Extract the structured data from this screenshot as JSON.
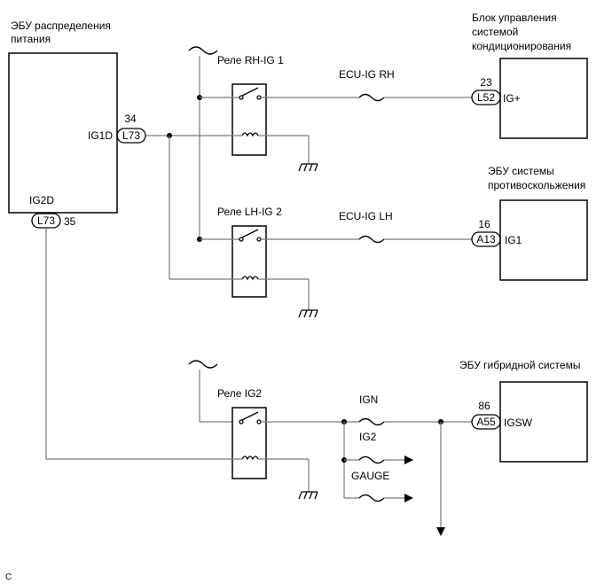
{
  "units": {
    "power_ecu": {
      "title_line1": "ЭБУ распределения",
      "title_line2": "питания",
      "term_ig1d": "IG1D",
      "term_ig2d": "IG2D"
    },
    "ac_unit": {
      "title_line1": "Блок управления",
      "title_line2": "системой",
      "title_line3": "кондиционирования"
    },
    "antitheft_ecu": {
      "title_line1": "ЭБУ системы",
      "title_line2": "противоскольжения"
    },
    "hybrid_ecu": {
      "title": "ЭБУ гибридной системы"
    }
  },
  "relays": {
    "rh": "Реле RH-IG 1",
    "lh": "Реле LH-IG 2",
    "ig2": "Реле IG2"
  },
  "fuses": {
    "ecu_ig_rh": "ECU-IG RH",
    "ecu_ig_lh": "ECU-IG LH",
    "ign": "IGN",
    "ig2": "IG2",
    "gauge": "GAUGE"
  },
  "connectors": {
    "l73_top": {
      "code": "L73",
      "pin": "34"
    },
    "l73_bottom": {
      "code": "L73",
      "pin": "35"
    },
    "l52": {
      "code": "L52",
      "pin": "23",
      "terminal": "IG+"
    },
    "a13": {
      "code": "A13",
      "pin": "16",
      "terminal": "IG1"
    },
    "a55": {
      "code": "A55",
      "pin": "86",
      "terminal": "IGSW"
    }
  },
  "footnote": "C"
}
